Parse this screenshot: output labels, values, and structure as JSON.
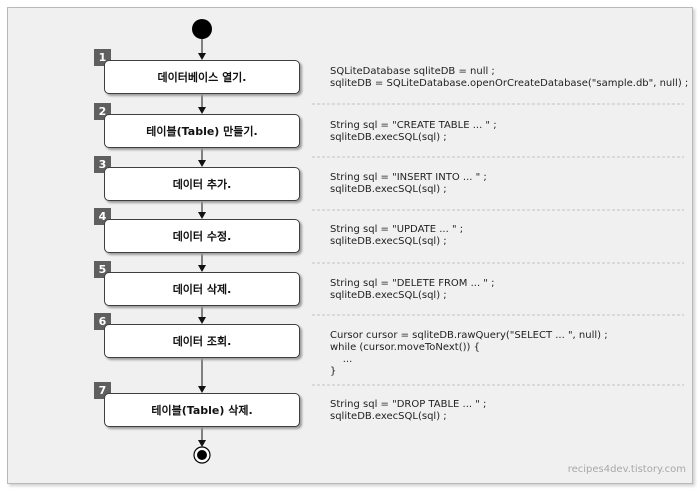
{
  "steps": [
    {
      "num": "1",
      "label": "데이터베이스 열기.",
      "code": [
        "SQLiteDatabase sqliteDB = null ;",
        "sqliteDB = SQLiteDatabase.openOrCreateDatabase(\"sample.db\", null) ;"
      ]
    },
    {
      "num": "2",
      "label": "테이블(Table) 만들기.",
      "code": [
        "String sql = \"CREATE TABLE ... \" ;",
        "sqliteDB.execSQL(sql) ;"
      ]
    },
    {
      "num": "3",
      "label": "데이터 추가.",
      "code": [
        "String sql = \"INSERT INTO ... \" ;",
        "sqliteDB.execSQL(sql) ;"
      ]
    },
    {
      "num": "4",
      "label": "데이터 수정.",
      "code": [
        "String sql = \"UPDATE ... \" ;",
        "sqliteDB.execSQL(sql) ;"
      ]
    },
    {
      "num": "5",
      "label": "데이터 삭제.",
      "code": [
        "String sql = \"DELETE FROM ... \" ;",
        "sqliteDB.execSQL(sql) ;"
      ]
    },
    {
      "num": "6",
      "label": "데이터 조회.",
      "code": [
        "Cursor cursor = sqliteDB.rawQuery(\"SELECT ... \", null) ;",
        "while (cursor.moveToNext()) {",
        "    ...",
        "}"
      ]
    },
    {
      "num": "7",
      "label": "테이블(Table) 삭제.",
      "code": [
        "String sql = \"DROP TABLE ... \" ;",
        "sqliteDB.execSQL(sql) ;"
      ]
    }
  ],
  "watermark": "recipes4dev.tistory.com"
}
